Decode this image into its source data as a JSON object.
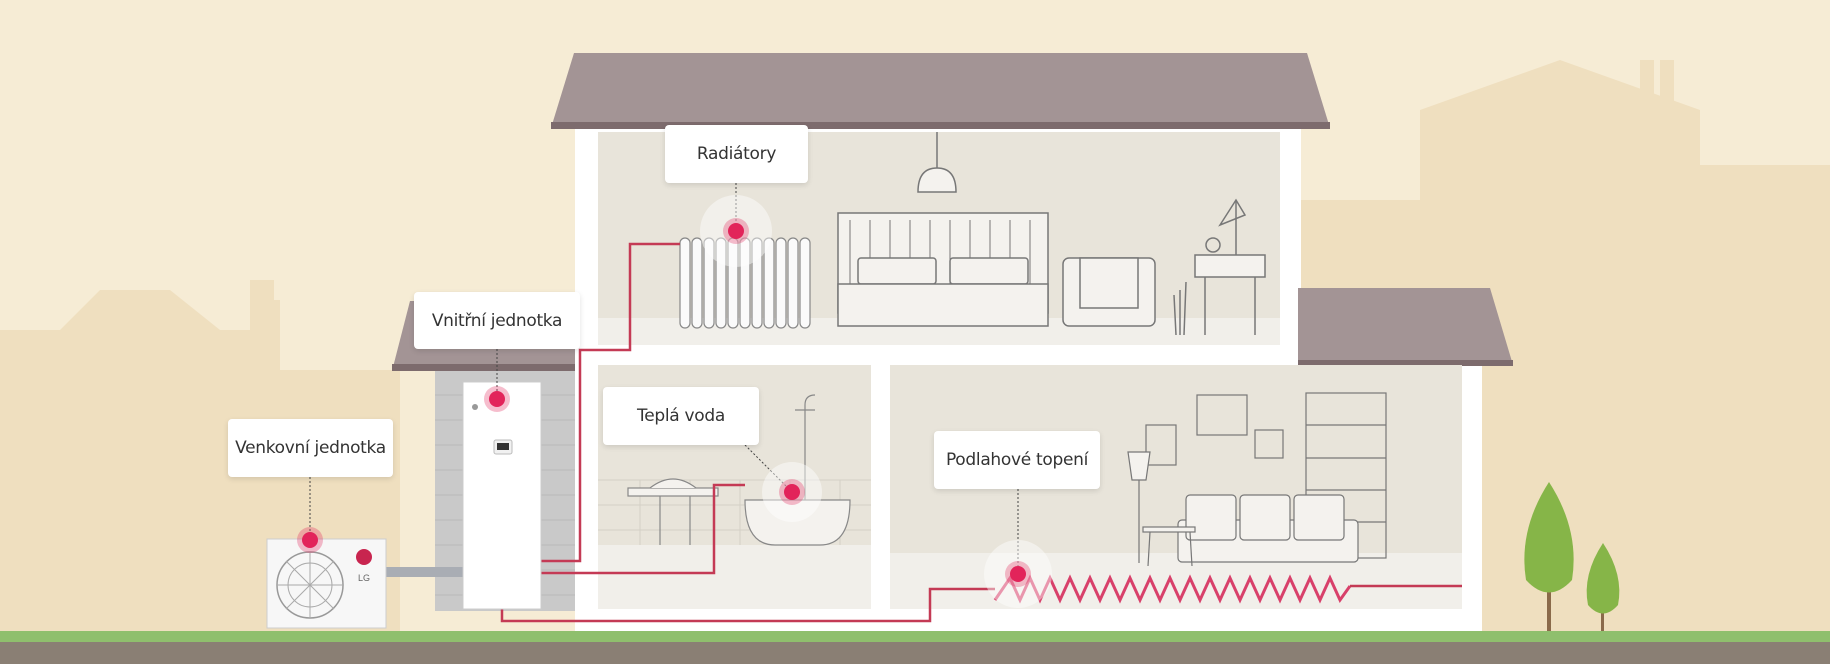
{
  "labels": {
    "radiators": "Radiátory",
    "indoor_unit": "Vnitřní jednotka",
    "outdoor_unit": "Venkovní jednotka",
    "hot_water": "Teplá voda",
    "floor_heating": "Podlahové topení"
  },
  "brand": "LG",
  "colors": {
    "background": "#f6ecd5",
    "roof": "#a39495",
    "pipe": "#c43a55",
    "hotspot": "#e2245a",
    "ground": "#8fbf6d"
  }
}
